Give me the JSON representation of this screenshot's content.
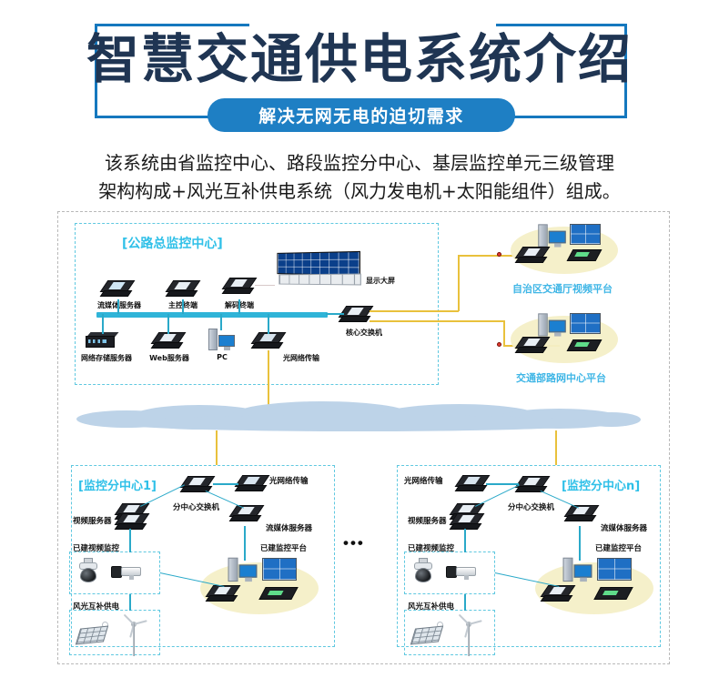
{
  "header": {
    "title": "智慧交通供电系统介绍",
    "subtitle_pill": "解决无网无电的迫切需求",
    "description_line1": "该系统由省监控中心、路段监控分中心、基层监控单元三级管理",
    "description_line2": "架构构成+风光互补供电系统（风力发电机+太阳能组件）组成。",
    "colors": {
      "title_color": "#1f3553",
      "frame_blue": "#1578be",
      "pill_blue": "#1e7fc4",
      "panel_cyan": "#2fc0e8",
      "link_yellow": "#e9c13c",
      "link_cyan": "#2aa9c9",
      "stage_yellow": "#f4efc7",
      "cloud_blue": "#bdd3e8"
    }
  },
  "diagram": {
    "center_panel": {
      "label": "[公路总监控中心]",
      "devices_top": [
        {
          "name": "流媒体服务器"
        },
        {
          "name": "主控终端"
        },
        {
          "name": "解码终端"
        }
      ],
      "display_wall": "显示大屏",
      "devices_bottom": [
        {
          "name": "网络存储服务器"
        },
        {
          "name": "Web服务器"
        },
        {
          "name": "PC"
        },
        {
          "name": "光网络传输"
        }
      ],
      "core_switch": "核心交换机"
    },
    "platforms": [
      {
        "name": "自治区交通厅视频平台"
      },
      {
        "name": "交通部路网中心平台"
      }
    ],
    "sub_centers": [
      {
        "label": "[监控分中心1]",
        "fiber": "光网络传输",
        "switch": "分中心交换机",
        "video_server": "视频服务器",
        "stream_server": "流媒体服务器",
        "existing_cameras": "已建视频监控",
        "power_supply": "风光互补供电",
        "existing_platform": "已建监控平台"
      },
      {
        "label": "[监控分中心n]",
        "fiber": "光网络传输",
        "switch": "分中心交换机",
        "video_server": "视频服务器",
        "stream_server": "流媒体服务器",
        "existing_cameras": "已建视频监控",
        "power_supply": "风光互补供电",
        "existing_platform": "已建监控平台"
      }
    ],
    "ellipsis": "•••"
  }
}
